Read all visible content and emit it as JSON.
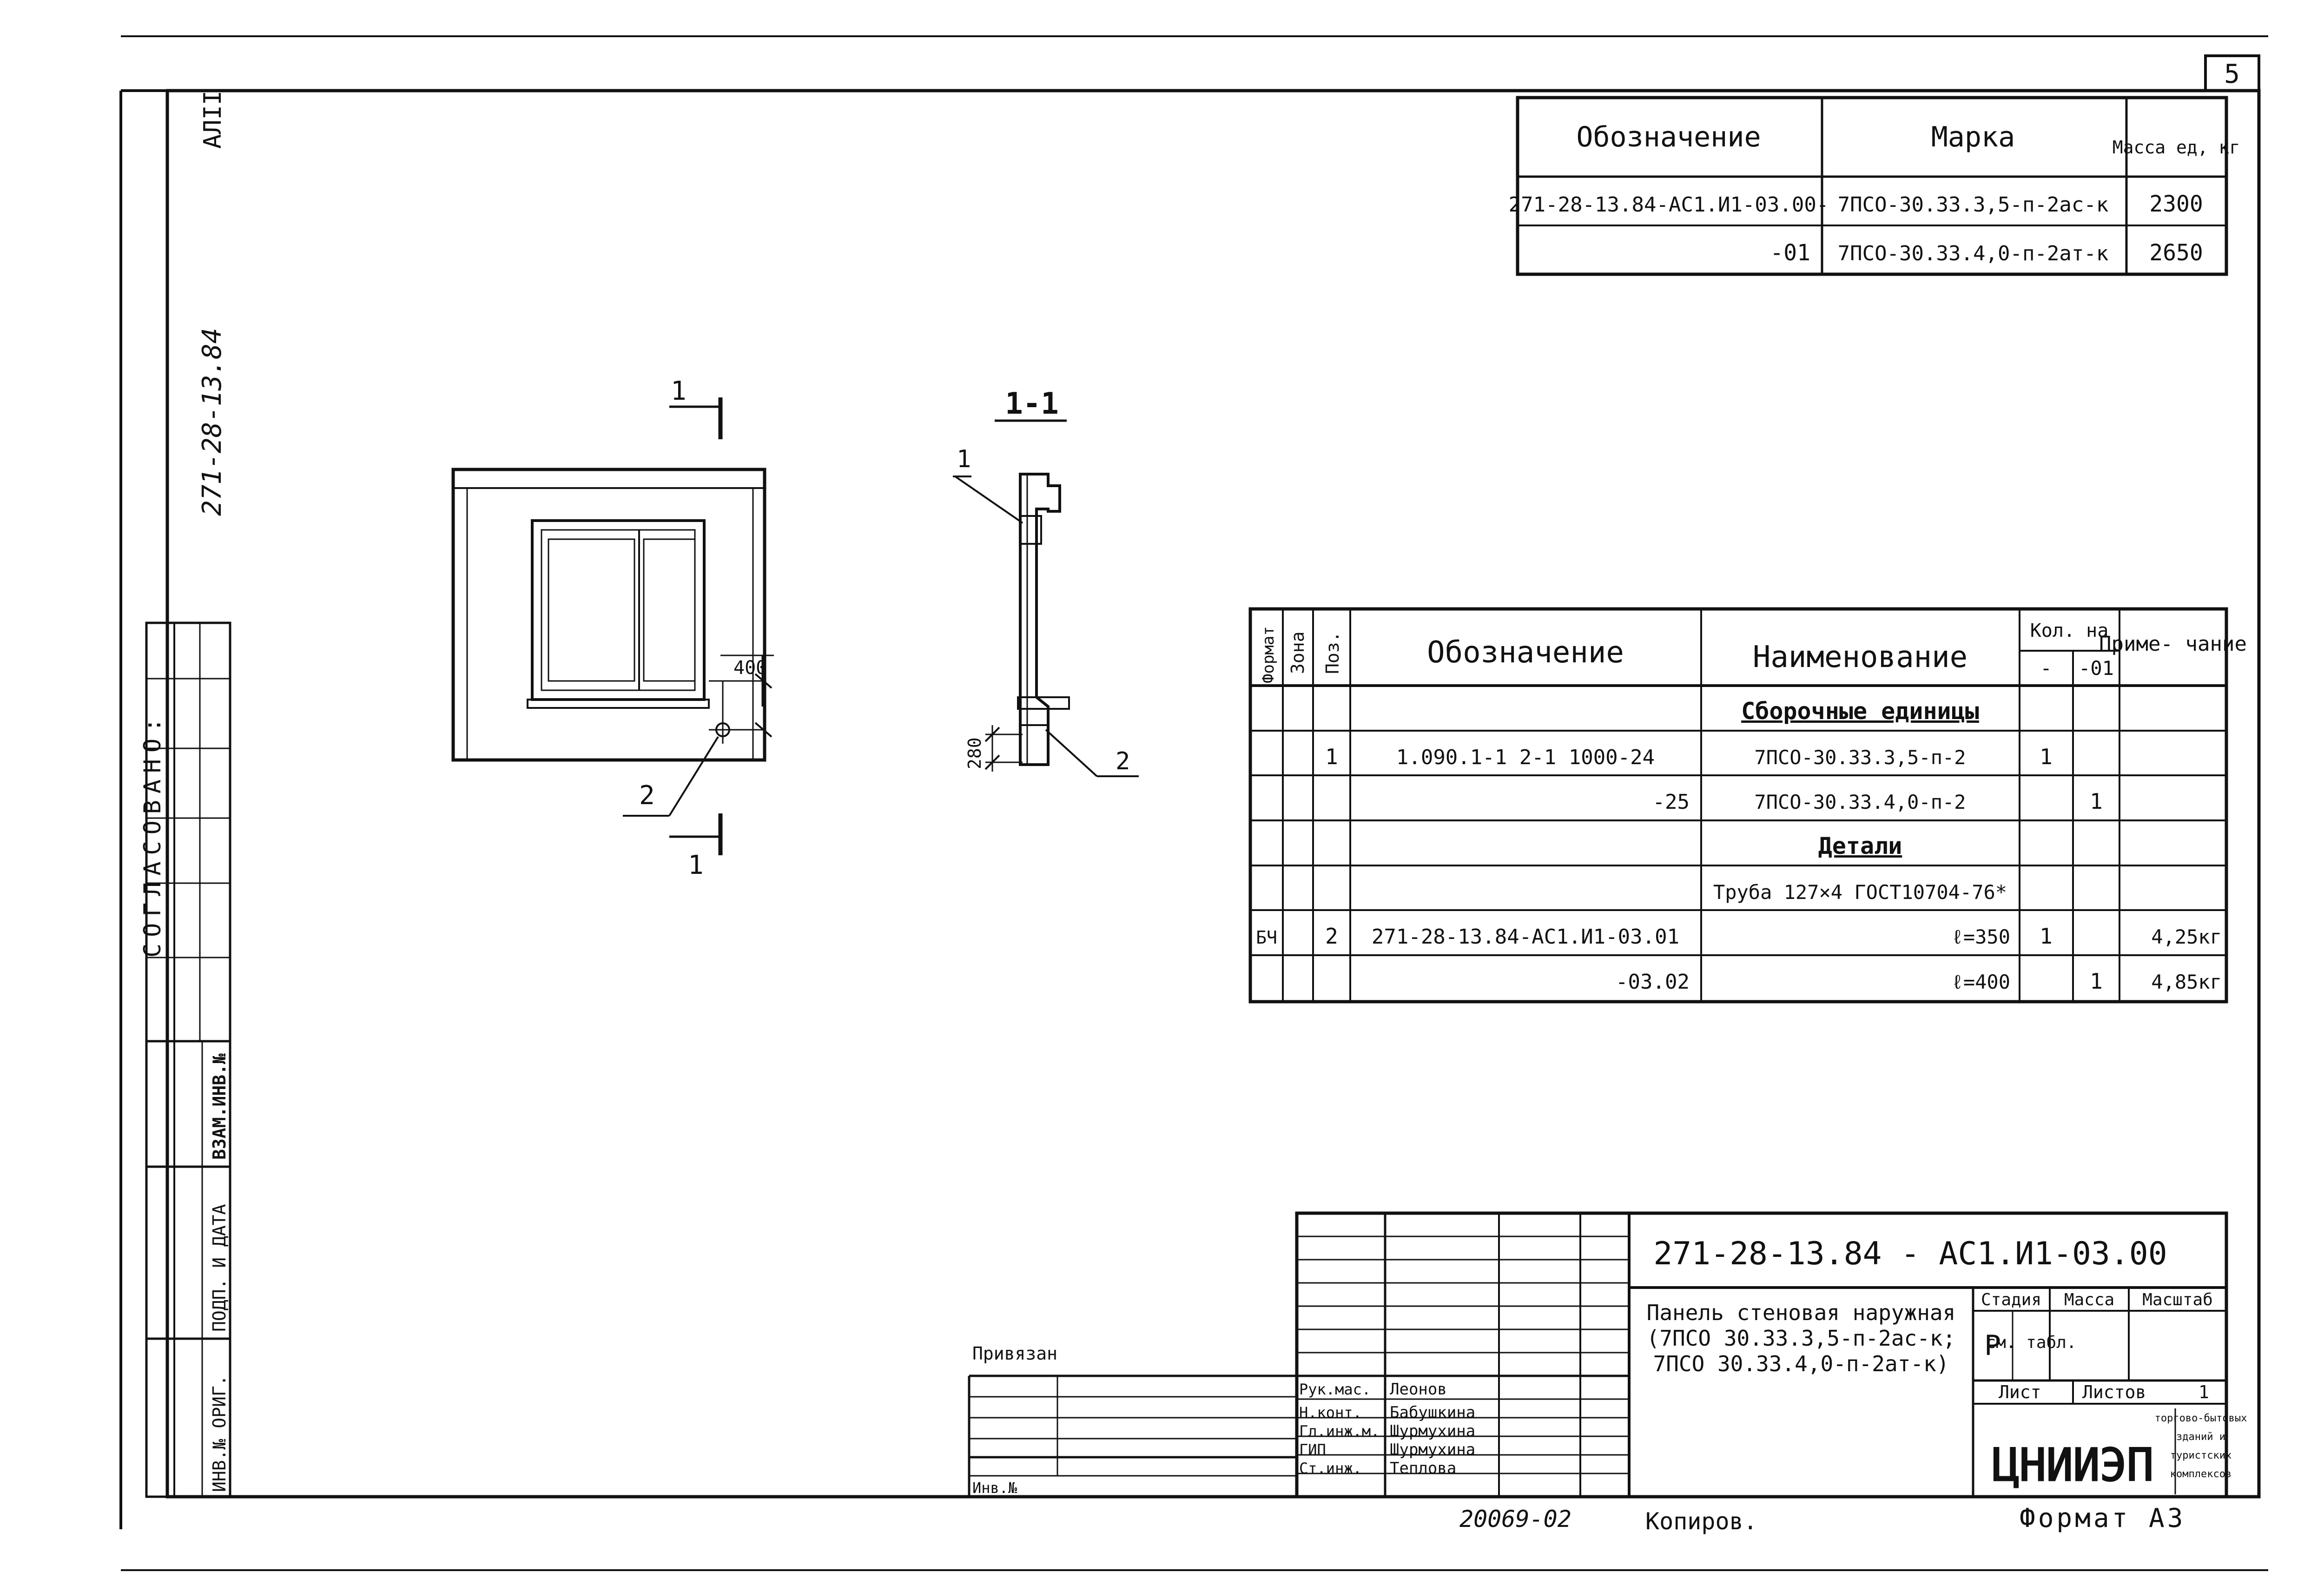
{
  "sheet_number": "5",
  "top_left_code": "АЛII",
  "vertical_doc_number": "271-28-13.84",
  "agreed_label": "СОГЛАСОВАНО:",
  "left_column": {
    "inv_replace": "ВЗАМ.ИНВ.№",
    "sign_date": "ПОДП. И ДАТА",
    "inv_orig": "ИНВ.№ ОРИГ."
  },
  "mark_table": {
    "headers": [
      "Обозначение",
      "Марка",
      "Масса ед, кг"
    ],
    "rows": [
      [
        "271-28-13.84-АС1.И1-03.00-",
        "7ПСО-30.33.3,5-п-2ас-к",
        "2300"
      ],
      [
        "-01",
        "7ПСО-30.33.4,0-п-2ат-к",
        "2650"
      ]
    ]
  },
  "drawing": {
    "section_marker": "1",
    "section_title": "1-1",
    "dim_400": "400",
    "dim_280": "280",
    "pos_1": "1",
    "pos_2": "2"
  },
  "spec_table": {
    "headers": {
      "format": "Формат",
      "zone": "Зона",
      "pos": "Поз.",
      "designation": "Обозначение",
      "name": "Наименование",
      "qty": "Кол. на",
      "qty_a": "-",
      "qty_b": "-01",
      "note": "Приме- чание"
    },
    "rows": [
      {
        "format": "",
        "pos": "",
        "designation": "",
        "name": "Сборочные единицы",
        "qa": "",
        "qb": "",
        "note": "",
        "heading": true
      },
      {
        "format": "",
        "pos": "1",
        "designation": "1.090.1-1   2-1 1000-24",
        "name": "7ПСО-30.33.3,5-п-2",
        "qa": "1",
        "qb": "",
        "note": ""
      },
      {
        "format": "",
        "pos": "",
        "designation": "-25",
        "name": "7ПСО-30.33.4,0-п-2",
        "qa": "",
        "qb": "1",
        "note": ""
      },
      {
        "format": "",
        "pos": "",
        "designation": "",
        "name": "Детали",
        "qa": "",
        "qb": "",
        "note": "",
        "heading": true
      },
      {
        "format": "",
        "pos": "",
        "designation": "",
        "name": "Труба 127×4 ГОСТ10704-76*",
        "qa": "",
        "qb": "",
        "note": ""
      },
      {
        "format": "БЧ",
        "pos": "2",
        "designation": "271-28-13.84-АС1.И1-03.01",
        "name": "ℓ=350",
        "qa": "1",
        "qb": "",
        "note": "4,25кг"
      },
      {
        "format": "",
        "pos": "",
        "designation": "-03.02",
        "name": "ℓ=400",
        "qa": "",
        "qb": "1",
        "note": "4,85кг"
      }
    ]
  },
  "title_block": {
    "code": "271-28-13.84 - АС1.И1-03.00",
    "title_lines": [
      "Панель стеновая наружная",
      "(7ПСО 30.33.3,5-п-2ас-к;",
      "7ПСО 30.33.4,0-п-2ат-к)"
    ],
    "stage_label": "Стадия",
    "mass_label": "Масса",
    "scale_label": "Масштаб",
    "stage": "Р",
    "mass": "см. табл.",
    "scale": "",
    "sheet_label": "Лист",
    "sheets_label": "Листов",
    "sheets": "1",
    "org": "ЦНИИЭП",
    "org_sub": [
      "торгово-бытовых",
      "зданий и",
      "туристских",
      "комплексов"
    ],
    "bound": "Привязан",
    "inv_label": "Инв.№",
    "signers": [
      {
        "role": "Рук.мас.",
        "name": "Леонов"
      },
      {
        "role": "Н.конт.",
        "name": "Бабушкина"
      },
      {
        "role": "Гл.инж.м.",
        "name": "Шурмухина"
      },
      {
        "role": "ГИП",
        "name": "Шурмухина"
      },
      {
        "role": "Ст.инж.",
        "name": "Теплова"
      }
    ]
  },
  "footer": {
    "stamp": "20069-02",
    "copied": "Копиров.",
    "format": "Формат А3"
  }
}
